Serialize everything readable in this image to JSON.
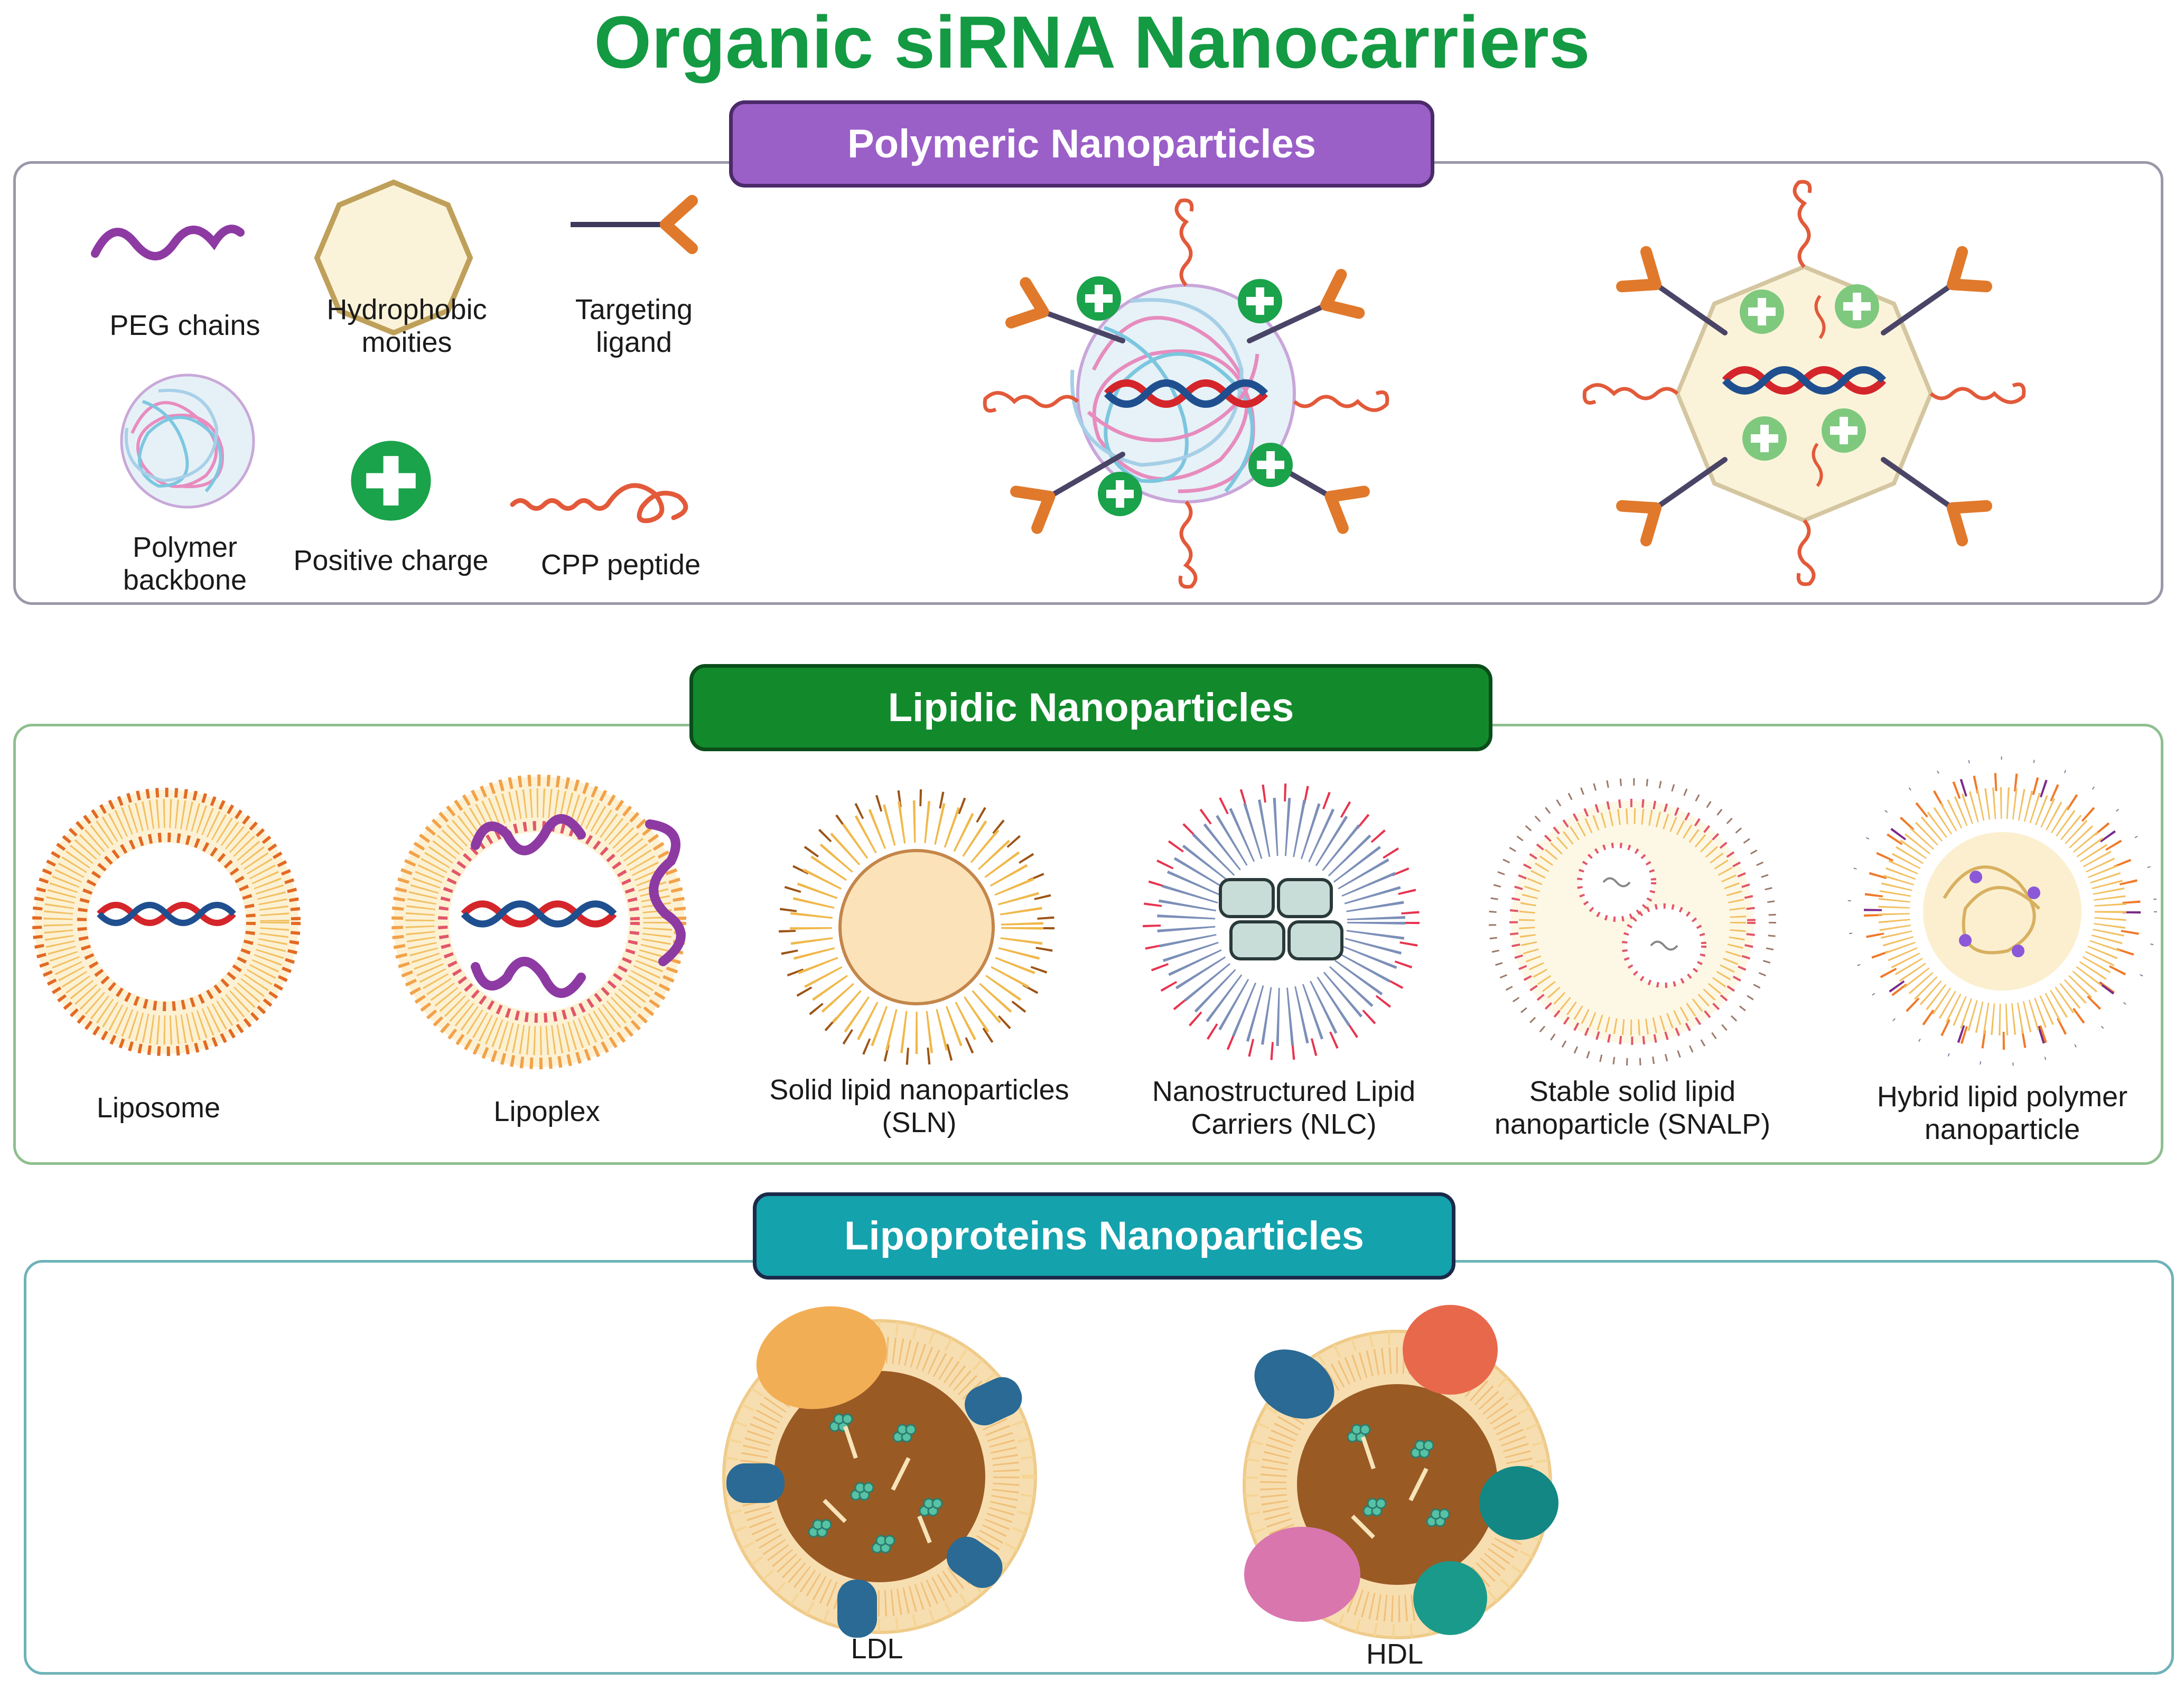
{
  "title": "Organic siRNA Nanocarriers",
  "colors": {
    "title_green": "#139a43",
    "polymeric": "#9b5fc8",
    "lipidic": "#128a2c",
    "lipoproteins": "#14a2ad",
    "peg": "#8e3aa3",
    "ligand": "#e0792b",
    "positive": "#1aa34a",
    "cpp": "#e25a3a"
  },
  "sections": {
    "polymeric": {
      "header": "Polymeric Nanoparticles",
      "legend": {
        "peg": "PEG chains",
        "hydrophobic": "Hydrophobic\nmoities",
        "targeting": "Targeting\nligand",
        "polymer": "Polymer\nbackbone",
        "positive": "Positive charge",
        "cpp": "CPP peptide"
      }
    },
    "lipidic": {
      "header": "Lipidic Nanoparticles",
      "items": {
        "liposome": "Liposome",
        "lipoplex": "Lipoplex",
        "sln": "Solid lipid nanoparticles\n(SLN)",
        "nlc": "Nanostructured Lipid\nCarriers (NLC)",
        "snalp": "Stable solid lipid\nnanoparticle (SNALP)",
        "hybrid": "Hybrid lipid polymer\nnanoparticle"
      }
    },
    "lipoproteins": {
      "header": "Lipoproteins Nanoparticles",
      "items": {
        "ldl": "LDL",
        "hdl": "HDL"
      }
    }
  }
}
